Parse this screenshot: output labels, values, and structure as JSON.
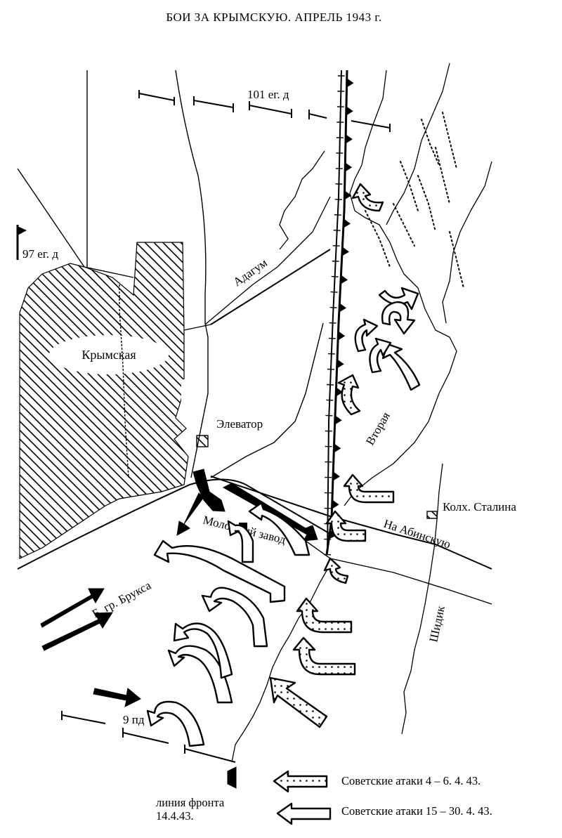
{
  "title": "БОИ ЗА КРЫМСКУЮ. АПРЕЛЬ 1943 г.",
  "units": {
    "div_101": "101 ег. д",
    "div_97": "97 ег. д",
    "div_9": "9 пд"
  },
  "places": {
    "krymskaya": "Крымская",
    "elevator": "Элеватор",
    "milk_plant": "Молочный завод",
    "kolkhoz": "Колх. Сталина",
    "road_abinskaya": "На Абинскую",
    "group_bruks": "Б. гр. Брукса"
  },
  "rivers": {
    "adagum": "Адагум",
    "vtoraya": "Вторая",
    "shidik": "Шидик"
  },
  "legend": {
    "front_line": "линия фронта\n14.4.43.",
    "front_line_1": "линия фронта",
    "front_line_2": "14.4.43.",
    "soviet_attacks_1": "Советские атаки 4 – 6. 4. 43.",
    "soviet_attacks_2": "Советские атаки 15 – 30. 4. 43."
  },
  "colors": {
    "ink": "#000000",
    "paper": "#ffffff"
  }
}
